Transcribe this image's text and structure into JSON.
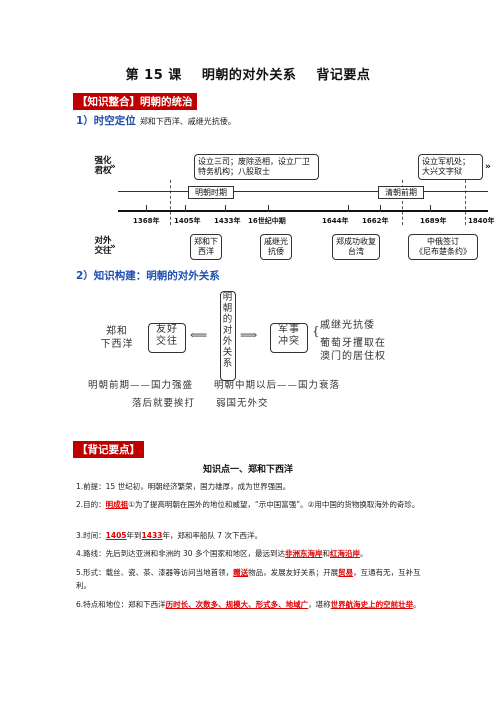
{
  "title": {
    "lesson": "第 15 课",
    "topic": "明朝的对外关系",
    "notes": "背记要点"
  },
  "tag1": "【知识整合】明朝的统治",
  "section1": {
    "heading": "1）时空定位",
    "subtitle": "郑和下西洋、戚继光抗倭。"
  },
  "timeline": {
    "row_top_label": "强化\n君权",
    "row_bottom_label": "对外\n交往",
    "top_boxes": [
      "设立三司；废除丞相，设立厂卫\n特务机构；八股取士",
      "设立军机处；\n大兴文字狱"
    ],
    "eras": [
      "明朝时期",
      "清朝前期"
    ],
    "years": [
      "1368年",
      "1405年",
      "1433年",
      "16世纪中期",
      "1644年",
      "1662年",
      "1689年",
      "1840年"
    ],
    "bottom_boxes": [
      "郑和下\n西洋",
      "戚继光\n抗倭",
      "郑成功收复\n台湾",
      "中俄签订\n《尼布楚条约》"
    ]
  },
  "section2": {
    "heading": "2）知识构建：明朝的对外关系"
  },
  "diagram": {
    "center": "明朝的对外关系",
    "left_text": "郑和\n下西洋",
    "left_box": "友好\n交往",
    "right_box": "军事\n冲突",
    "right_text_1": "戚继光抗倭",
    "right_text_2": "葡萄牙攫取在\n澳门的居住权",
    "bottom_1": "明朝前期——国力强盛　　明朝中期以后——国力衰落",
    "bottom_2": "落后就要挨打　　弱国无外交"
  },
  "tag2": "【背记要点】",
  "point1_title": "知识点一、郑和下西洋",
  "items": {
    "i1": "1.前提：15 世纪初，明朝经济繁荣，国力雄厚，成为世界强国。",
    "i2a": "2.目的：",
    "i2b": "明成祖",
    "i2c": "①为了提高明朝在国外的地位和威望，“示中国富强”。②用中国的货物换取海外的奇珍。",
    "i3a": "3.时间：",
    "i3b": "1405",
    "i3c": "年到",
    "i3d": "1433",
    "i3e": "年，郑和率船队 7 次下西洋。",
    "i4a": "4.路线：先后到达亚洲和非洲的 30 多个国家和地区，最远到达",
    "i4b": "非洲东海岸",
    "i4c": "和",
    "i4d": "红海沿岸",
    "i4e": "。",
    "i5a": "5.形式：载丝、瓷、茶、漆器等访问当地首领，",
    "i5b": "赠送",
    "i5c": "物品，发展友好关系；开展",
    "i5d": "贸易",
    "i5e": "，互通有无，互补互利。",
    "i6a": "6.特点和地位：郑和下西洋",
    "i6b": "历时长、次数多、规模大、形式多、地域广",
    "i6c": "，堪称",
    "i6d": "世界航海史上的空前壮举",
    "i6e": "。"
  }
}
